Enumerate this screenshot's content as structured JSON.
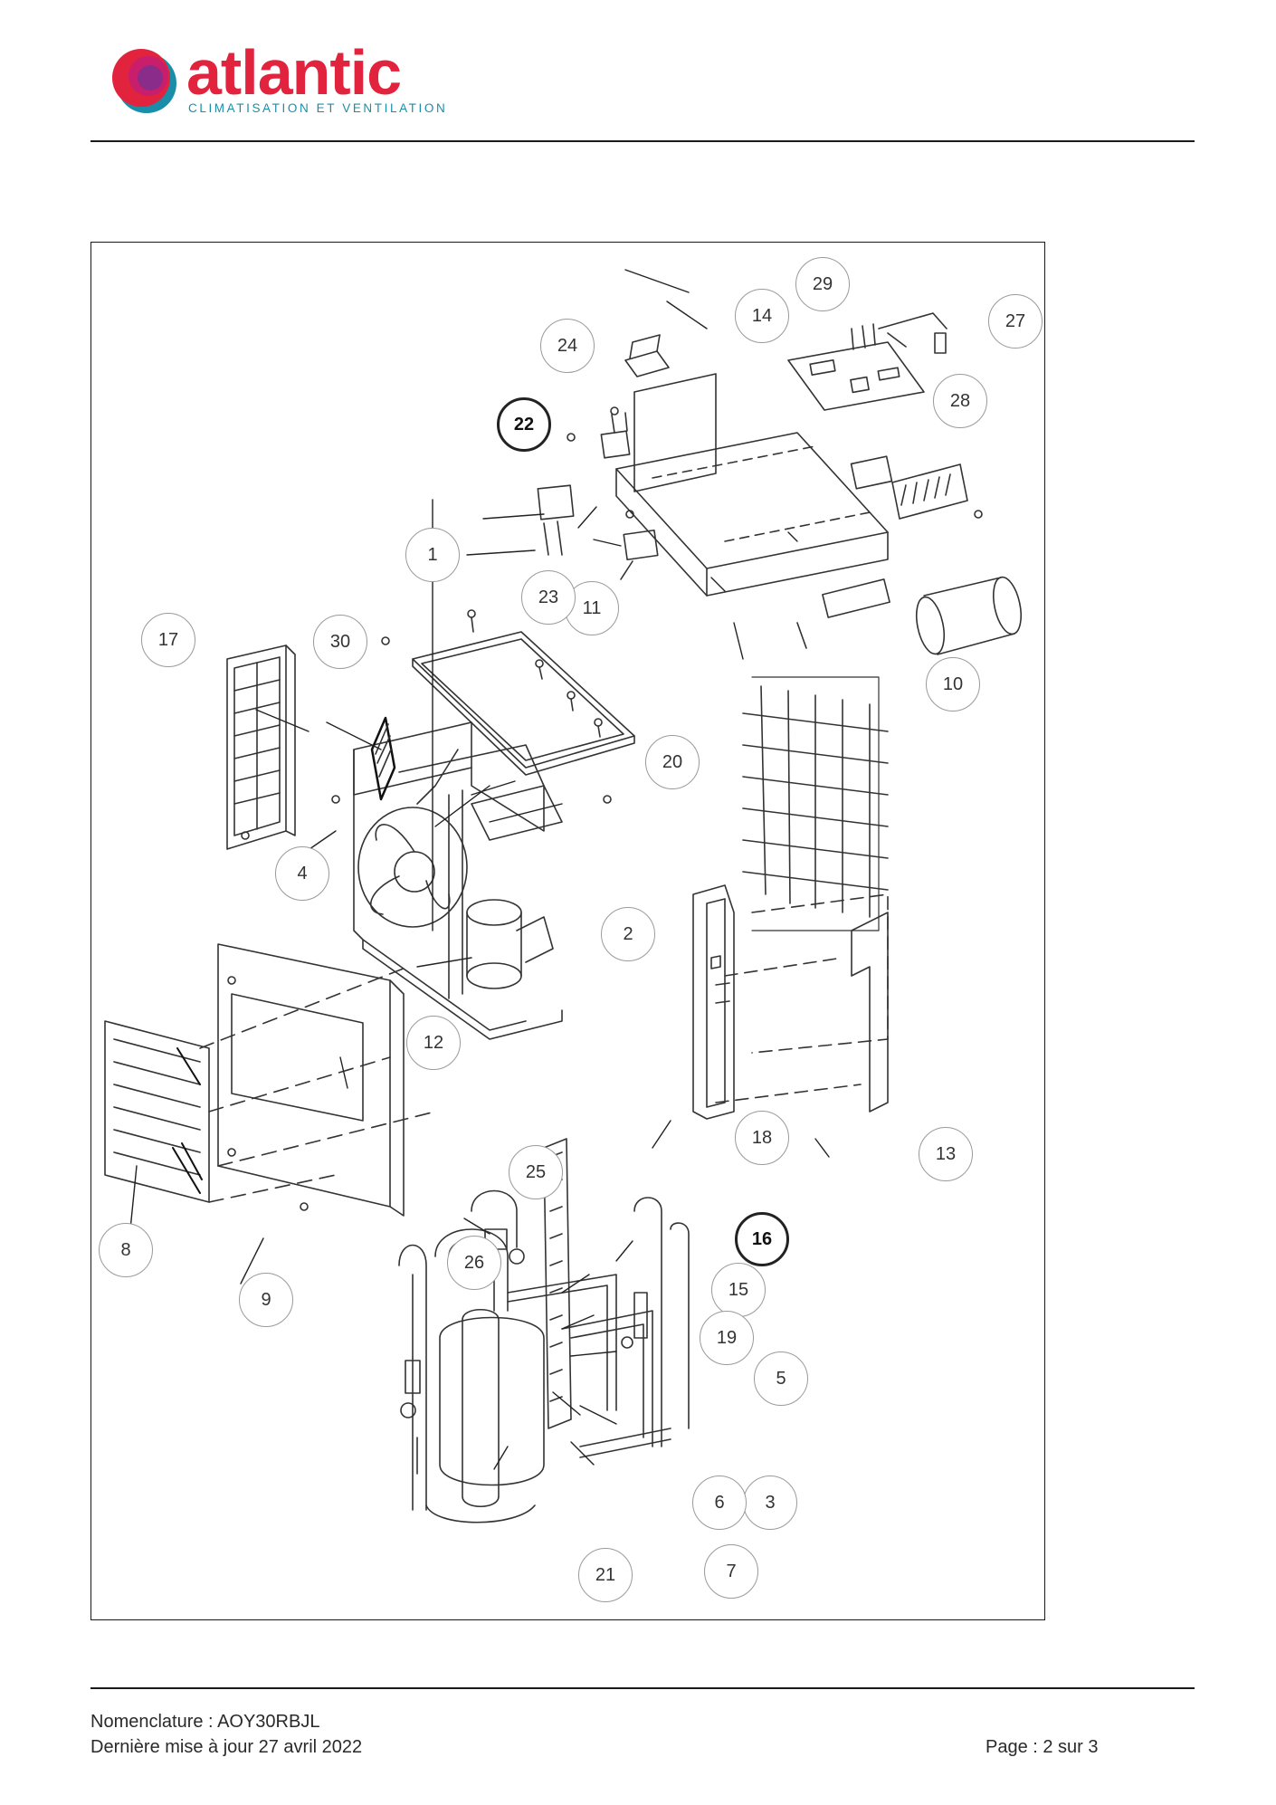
{
  "header": {
    "brand_name": "atlantic",
    "brand_tagline": "CLIMATISATION ET VENTILATION",
    "colors": {
      "brand_red": "#e2233d",
      "brand_teal": "#1a8ea8",
      "brand_purple": "#8a2c8a",
      "brand_magenta": "#c81e6b"
    }
  },
  "diagram": {
    "callouts": [
      {
        "num": "1",
        "emphasis": false
      },
      {
        "num": "2",
        "emphasis": false
      },
      {
        "num": "3",
        "emphasis": false
      },
      {
        "num": "4",
        "emphasis": false
      },
      {
        "num": "5",
        "emphasis": false
      },
      {
        "num": "6",
        "emphasis": false
      },
      {
        "num": "7",
        "emphasis": false
      },
      {
        "num": "8",
        "emphasis": false
      },
      {
        "num": "9",
        "emphasis": false
      },
      {
        "num": "10",
        "emphasis": false
      },
      {
        "num": "11",
        "emphasis": false
      },
      {
        "num": "12",
        "emphasis": false
      },
      {
        "num": "13",
        "emphasis": false
      },
      {
        "num": "14",
        "emphasis": false
      },
      {
        "num": "15",
        "emphasis": false
      },
      {
        "num": "16",
        "emphasis": true
      },
      {
        "num": "17",
        "emphasis": false
      },
      {
        "num": "18",
        "emphasis": false
      },
      {
        "num": "19",
        "emphasis": false
      },
      {
        "num": "20",
        "emphasis": false
      },
      {
        "num": "21",
        "emphasis": false
      },
      {
        "num": "22",
        "emphasis": true
      },
      {
        "num": "23",
        "emphasis": false
      },
      {
        "num": "24",
        "emphasis": false
      },
      {
        "num": "25",
        "emphasis": false
      },
      {
        "num": "26",
        "emphasis": false
      },
      {
        "num": "27",
        "emphasis": false
      },
      {
        "num": "28",
        "emphasis": false
      },
      {
        "num": "29",
        "emphasis": false
      },
      {
        "num": "30",
        "emphasis": false
      }
    ]
  },
  "footer": {
    "nomenclature": "Nomenclature : AOY30RBJL",
    "last_update": "Dernière mise à jour 27 avril 2022",
    "page": "Page : 2 sur 3"
  }
}
